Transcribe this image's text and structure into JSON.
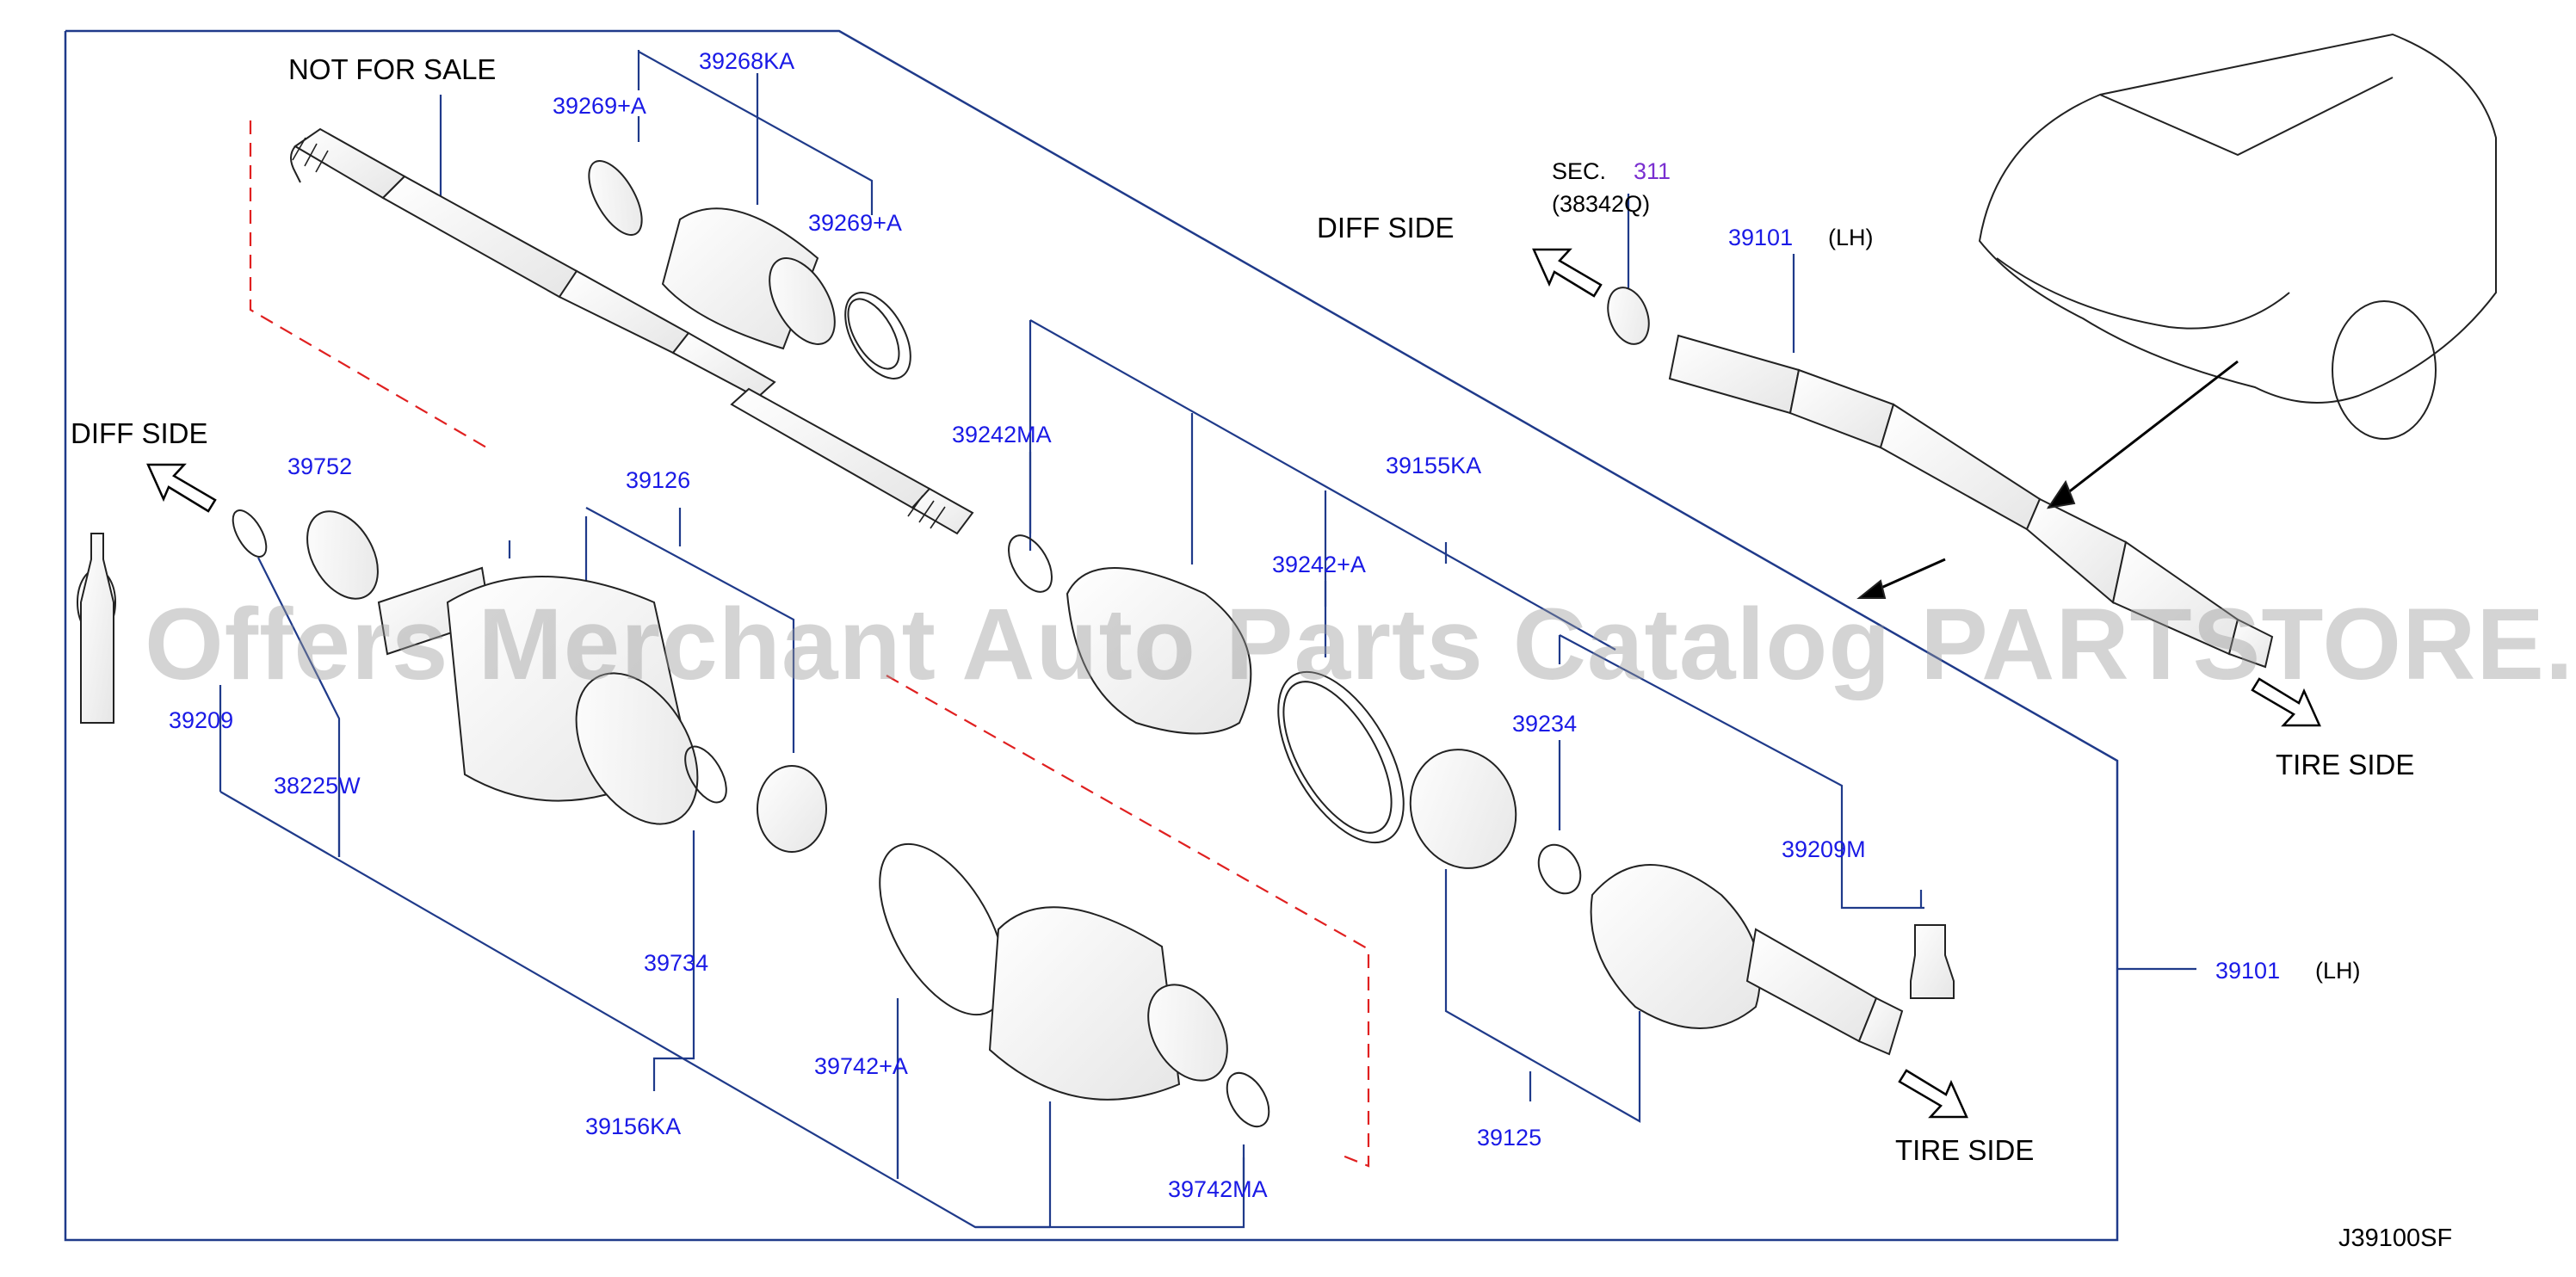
{
  "colors": {
    "part_number": "#1a1ae6",
    "text": "#000000",
    "line": "#1f3a8a",
    "drawing": "#222222",
    "phantom": "#e02020",
    "watermark": "#9a9a9a"
  },
  "headings": {
    "not_for_sale": "NOT  FOR  SALE",
    "diff_side_left": "DIFF  SIDE",
    "diff_side_right": "DIFF  SIDE",
    "tire_side_bottom": "TIRE  SIDE",
    "tire_side_right": "TIRE  SIDE",
    "sec_prefix": "SEC.",
    "sec_number": "311",
    "sec_code": "(38342Q)",
    "lh_top": "(LH)",
    "lh_right": "(LH)"
  },
  "parts": {
    "p39268KA": "39268KA",
    "p39269A_top": "39269+A",
    "p39269A_right": "39269+A",
    "p39242MA": "39242MA",
    "p39155KA": "39155KA",
    "p39242A": "39242+A",
    "p39752": "39752",
    "p39126": "39126",
    "p39209": "39209",
    "p38225W": "38225W",
    "p39234": "39234",
    "p39209M": "39209M",
    "p39101_top": "39101",
    "p39101_right": "39101",
    "p39734": "39734",
    "p39742A": "39742+A",
    "p39156KA": "39156KA",
    "p39125": "39125",
    "p39742MA": "39742MA"
  },
  "diagram_code": "J39100SF",
  "watermark": "Offers Merchant Auto Parts Catalog PARTSTORE.SA"
}
